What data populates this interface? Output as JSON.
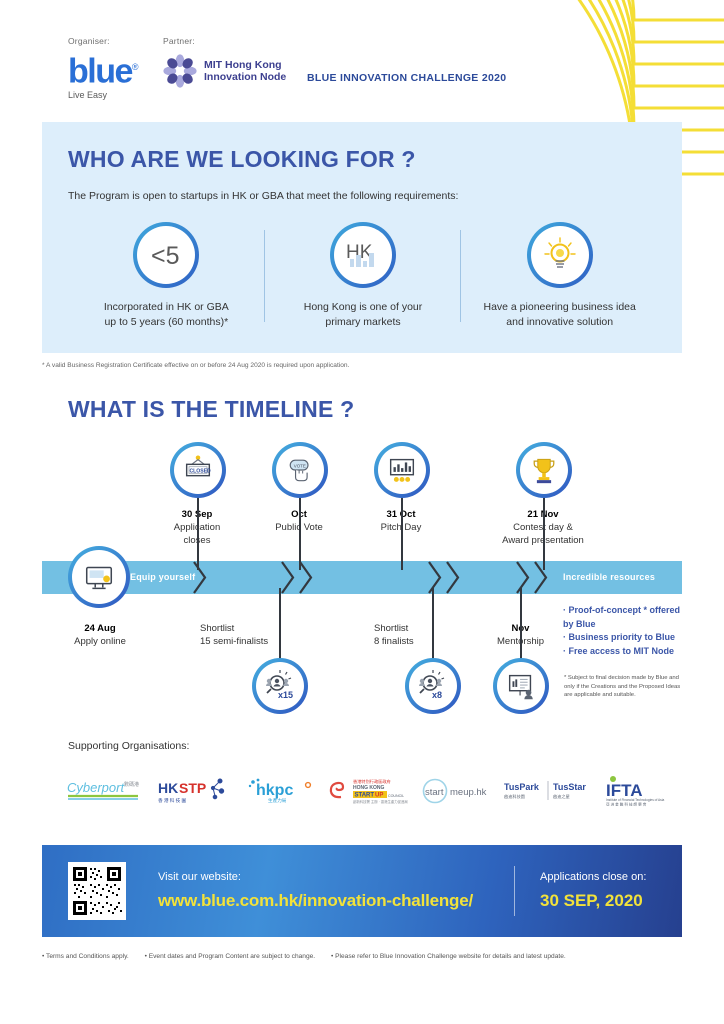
{
  "header": {
    "organiser_label": "Organiser:",
    "organiser_name": "blue",
    "organiser_tagline": "Live Easy",
    "partner_label": "Partner:",
    "partner_name_line1": "MIT Hong Kong",
    "partner_name_line2": "Innovation Node",
    "challenge_title": "BLUE INNOVATION CHALLENGE 2020"
  },
  "who_section": {
    "title": "WHO ARE WE LOOKING FOR ?",
    "subtitle": "The Program is open to startups in HK or GBA that meet the following requirements:",
    "requirements": [
      {
        "icon": "less-than-five-icon",
        "line1": "Incorporated in HK or GBA",
        "line2": "up to 5 years (60 months)*"
      },
      {
        "icon": "hong-kong-skyline-icon",
        "line1": "Hong Kong is one of your",
        "line2": "primary markets"
      },
      {
        "icon": "lightbulb-idea-icon",
        "line1": "Have a pioneering business idea",
        "line2": "and innovative solution"
      }
    ],
    "footnote": "* A valid Business Registration Certificate effective on or before 24 Aug 2020 is required upon application."
  },
  "timeline_section": {
    "title": "WHAT IS THE TIMELINE ?",
    "band_left_label": "Equip yourself",
    "band_right_label": "Incredible resources",
    "milestones_above": [
      {
        "icon": "closed-sign-icon",
        "date": "30 Sep",
        "desc_line1": "Application",
        "desc_line2": "closes"
      },
      {
        "icon": "vote-hand-icon",
        "date": "Oct",
        "desc_line1": "Public Vote",
        "desc_line2": ""
      },
      {
        "icon": "pitch-presentation-icon",
        "date": "31 Oct",
        "desc_line1": "Pitch Day",
        "desc_line2": ""
      },
      {
        "icon": "trophy-icon",
        "date": "21 Nov",
        "desc_line1": "Contest day &",
        "desc_line2": "Award presentation"
      }
    ],
    "start_node": {
      "icon": "computer-apply-icon",
      "date": "24 Aug",
      "desc": "Apply online"
    },
    "milestones_below": [
      {
        "icon": "shortlist-search-icon",
        "badge": "x15",
        "desc_line1": "Shortlist",
        "desc_line2": "15 semi-finalists"
      },
      {
        "icon": "shortlist-search-icon",
        "badge": "x8",
        "desc_line1": "Shortlist",
        "desc_line2": "8 finalists"
      },
      {
        "icon": "mentorship-board-icon",
        "badge": "",
        "desc_line1": "Nov",
        "desc_line2": "Mentorship"
      }
    ],
    "resources": [
      "· Proof-of-concept * offered",
      "   by Blue",
      "· Business priority to Blue",
      "· Free access to MIT Node"
    ],
    "resources_note": "* Subject to final decision made by Blue and only if the Creations and the Proposed Ideas are applicable and suitable."
  },
  "supporting": {
    "title": "Supporting Organisations:",
    "logos": [
      {
        "name": "cyberport-logo",
        "text": "Cyberport"
      },
      {
        "name": "hkstp-logo",
        "text": "HKSTP"
      },
      {
        "name": "hkpc-logo",
        "text": "hkpc"
      },
      {
        "name": "hk-startup-council-logo",
        "text": "HONG KONG STARTUP"
      },
      {
        "name": "startmeup-hk-logo",
        "text": "start meup.hk"
      },
      {
        "name": "tuspark-tusstar-logo",
        "text": "TusPark | TusStar"
      },
      {
        "name": "ifta-logo",
        "text": "IFTA"
      }
    ]
  },
  "cta": {
    "visit_label": "Visit our website:",
    "url": "www.blue.com.hk/innovation-challenge/",
    "close_label": "Applications close on:",
    "close_date": "30 SEP, 2020",
    "qr_name": "qr-code"
  },
  "disclaimer": [
    "• Terms and Conditions apply.",
    "• Event dates and Program Content are subject to change.",
    "• Please refer to Blue Innovation Challenge website for details and latest update."
  ],
  "colors": {
    "brand_blue": "#2a6fd6",
    "heading_blue": "#3b56a8",
    "band_blue": "#73c0e3",
    "panel_blue": "#ddeefb",
    "accent_yellow": "#f2e23a"
  }
}
